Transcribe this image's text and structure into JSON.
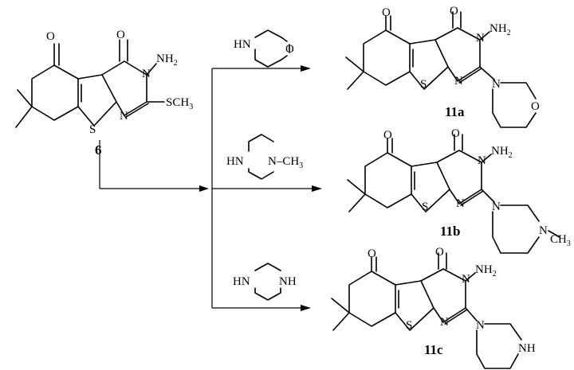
{
  "atoms": {
    "oxygen": "O",
    "nitrogen": "N",
    "sulfur": "S",
    "nh": "NH",
    "hn": "HN",
    "nh2_main": "N",
    "nh2_prefix": "NH",
    "subscript_2": "2",
    "sch3_prefix": "SCH",
    "subscript_3": "3",
    "methyl_suffix": "CH",
    "dash_n_ch3": "N–CH"
  },
  "compounds": {
    "starting": "6",
    "product_a": "11a",
    "product_b": "11b",
    "product_c": "11c"
  },
  "reagents": {
    "morpholine": "morpholine",
    "n_methylpiperazine": "N-methylpiperazine",
    "piperazine": "piperazine"
  }
}
